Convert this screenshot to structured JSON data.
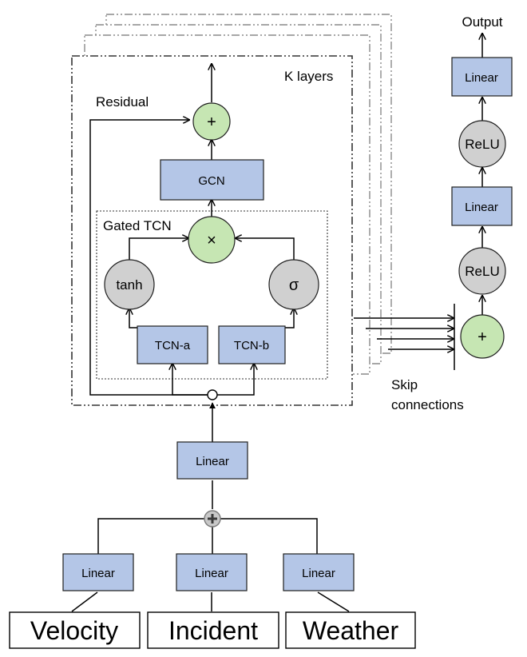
{
  "labels": {
    "output": "Output",
    "k_layers": "K layers",
    "residual": "Residual",
    "gated_tcn": "Gated TCN",
    "skip": "Skip",
    "connections": "connections"
  },
  "blocks": {
    "gcn": "GCN",
    "tcn_a": "TCN-a",
    "tcn_b": "TCN-b",
    "linear_main": "Linear",
    "linear_velocity": "Linear",
    "linear_incident": "Linear",
    "linear_weather": "Linear",
    "linear_out_top": "Linear",
    "linear_out_mid": "Linear"
  },
  "operators": {
    "add_top": "+",
    "multiply": "×",
    "tanh": "tanh",
    "sigma": "σ",
    "add_skip": "+",
    "relu_top": "ReLU",
    "relu_bottom": "ReLU"
  },
  "inputs": {
    "velocity": "Velocity",
    "incident": "Incident",
    "weather": "Weather"
  },
  "colors": {
    "linear_fill": "#b4c6e7",
    "add_fill": "#c6e6b3",
    "activation_fill": "#d0d0d0"
  }
}
